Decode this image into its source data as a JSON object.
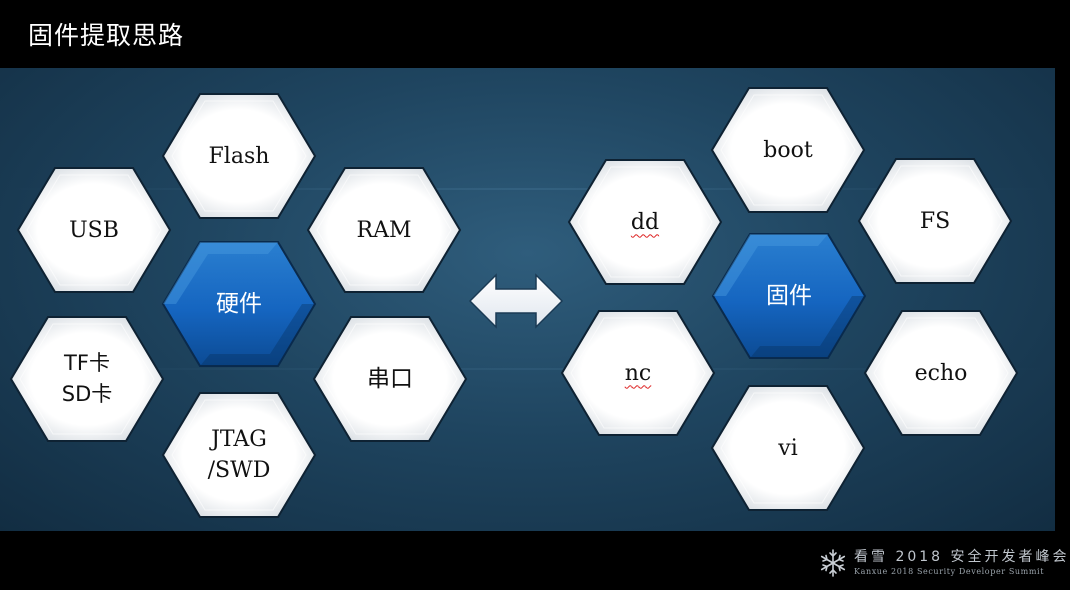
{
  "slide": {
    "title": "固件提取思路",
    "left_group": {
      "center": "硬件",
      "items": [
        {
          "key": "flash",
          "label": "Flash"
        },
        {
          "key": "usb",
          "label": "USB"
        },
        {
          "key": "ram",
          "label": "RAM"
        },
        {
          "key": "tf-sd",
          "label": "TF卡\nSD卡"
        },
        {
          "key": "serial",
          "label": "串口"
        },
        {
          "key": "jtag-swd",
          "label": "JTAG\n/SWD"
        }
      ]
    },
    "arrow_icon": "double-arrow-icon",
    "right_group": {
      "center": "固件",
      "items": [
        {
          "key": "boot",
          "label": "boot"
        },
        {
          "key": "dd",
          "label": "dd"
        },
        {
          "key": "fs",
          "label": "FS"
        },
        {
          "key": "nc",
          "label": "nc"
        },
        {
          "key": "echo",
          "label": "echo"
        },
        {
          "key": "vi",
          "label": "vi"
        }
      ]
    },
    "footer": {
      "logo_icon": "snowflake-logo-icon",
      "logo_text": "看雪 2018 安全开发者峰会",
      "logo_subtext": "Kanxue 2018 Security Developer Summit"
    },
    "colors": {
      "hex_white": "#ffffff",
      "hex_blue": "#1565c0",
      "background_blue": "#1f4560"
    }
  }
}
